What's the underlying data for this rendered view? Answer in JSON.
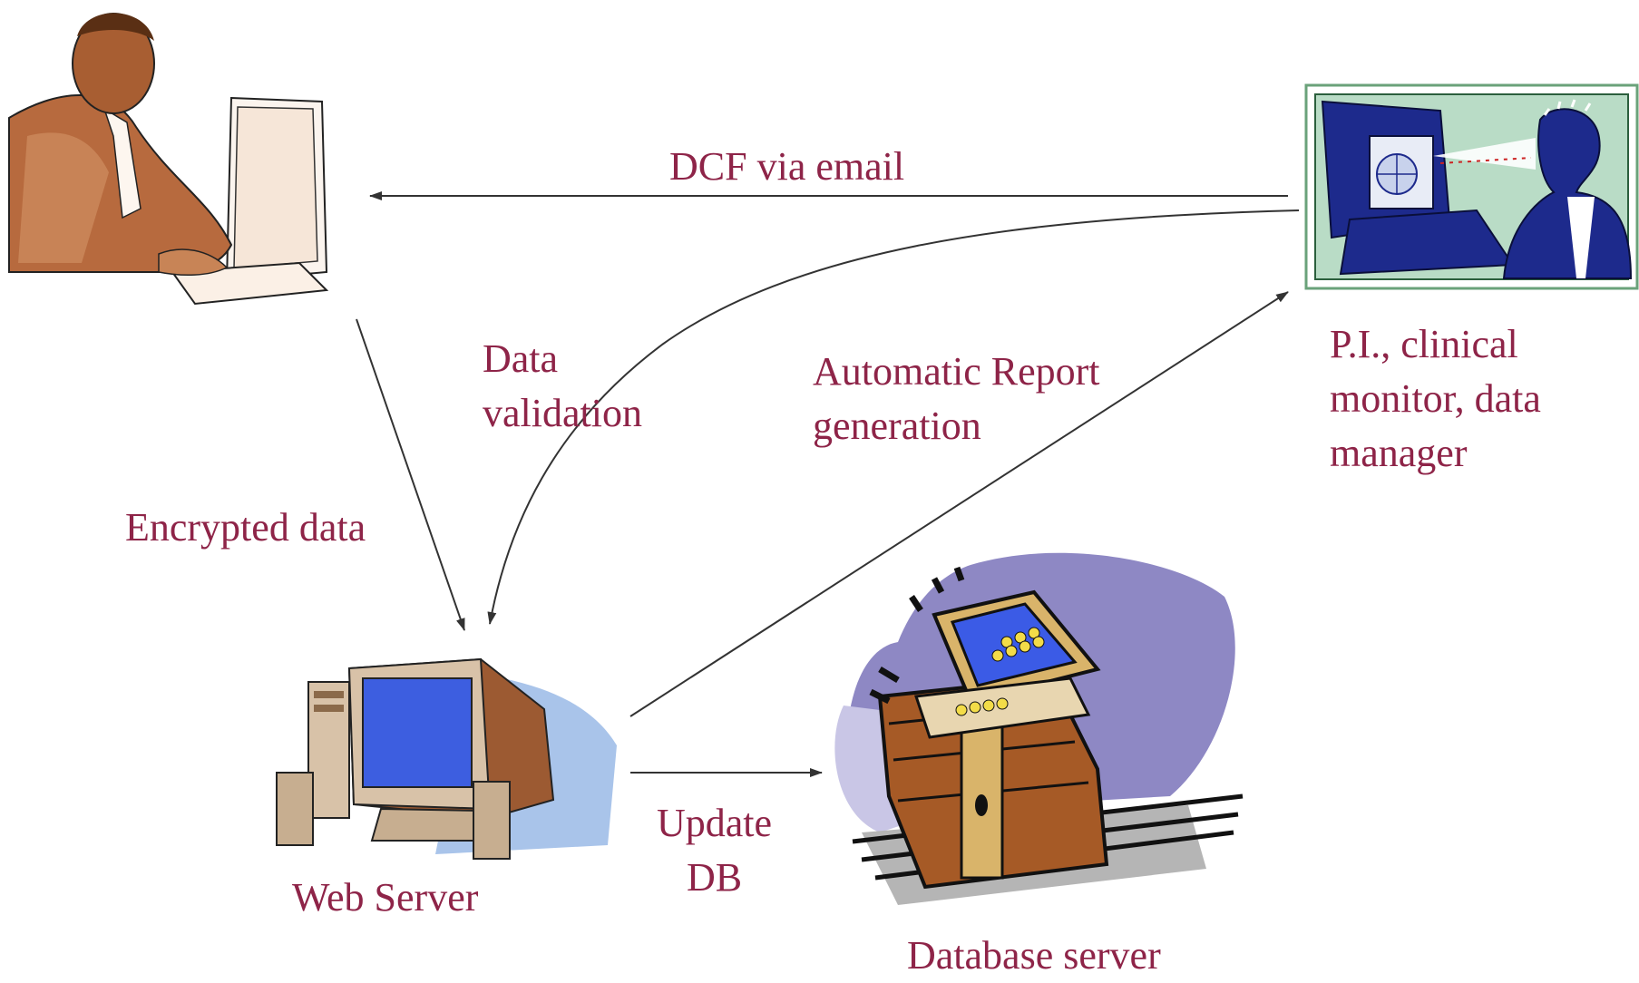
{
  "labels": {
    "dcf_via_email": "DCF via email",
    "data_validation": [
      "Data",
      "validation"
    ],
    "automatic_report": [
      "Automatic Report",
      "generation"
    ],
    "encrypted_data": "Encrypted data",
    "pi_roles": [
      "P.I., clinical",
      "monitor, data",
      "manager"
    ],
    "web_server": "Web Server",
    "update_db": [
      "Update",
      "DB"
    ],
    "database_server": "Database server"
  },
  "icons": {
    "user": "person-at-computer-icon",
    "pi": "person-viewing-monitor-icon",
    "web_server": "desktop-computer-icon",
    "database_server": "treasure-chest-laptop-icon"
  },
  "colors": {
    "label_text": "#8e2448",
    "arrow": "#333333"
  }
}
